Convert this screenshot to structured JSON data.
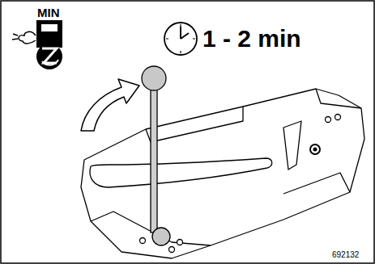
{
  "diagram": {
    "labels": [
      "MIN",
      "1 - 2 min",
      "692132"
    ]
  }
}
